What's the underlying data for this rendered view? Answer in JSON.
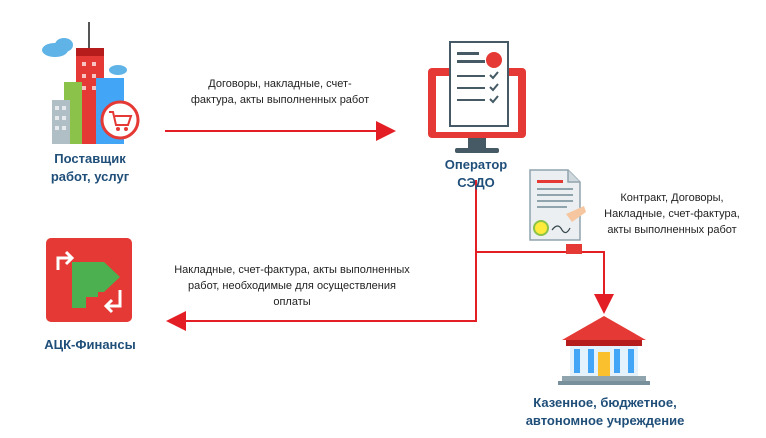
{
  "nodes": {
    "supplier": {
      "label_line1": "Поставщик",
      "label_line2": "работ, услуг"
    },
    "operator": {
      "label_line1": "Оператор",
      "label_line2": "СЭДО"
    },
    "finance": {
      "label": "АЦК-Финансы"
    },
    "institution": {
      "label_line1": "Казенное, бюджетное,",
      "label_line2": "автономное учреждение"
    }
  },
  "edges": {
    "supplier_to_operator": {
      "line1": "Договоры, накладные, счет-",
      "line2": "фактура, акты выполненных работ"
    },
    "operator_to_institution": {
      "line1": "Контракт, Договоры,",
      "line2": "Накладные, счет-фактура,",
      "line3": "акты выполненных работ"
    },
    "operator_to_finance": {
      "line1": "Накладные, счет-фактура, акты выполненных",
      "line2": "работ, необходимые  для осуществления",
      "line3": "оплаты"
    }
  },
  "colors": {
    "arrow": "#e31e24",
    "label": "#1f4e79",
    "finance_bg": "#e53935",
    "finance_arrow": "#43a047"
  }
}
